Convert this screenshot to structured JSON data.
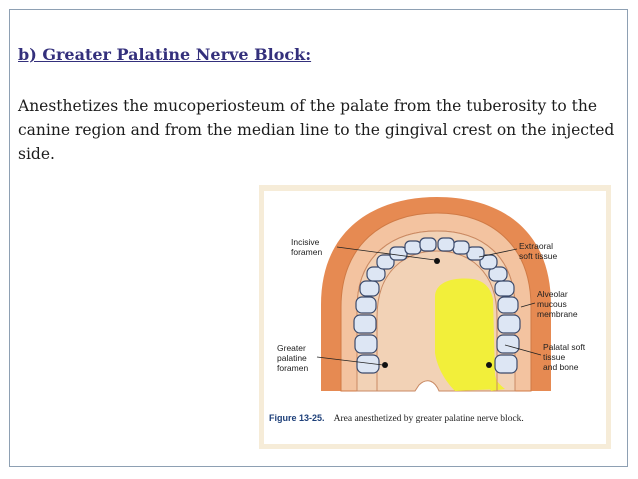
{
  "slide": {
    "title": "b) Greater Palatine Nerve Block:",
    "body": "Anesthetizes the mucoperiosteum of the palate from the tuberosity to the canine region and from the median line to the gingival crest on the injected side."
  },
  "figure": {
    "labels": {
      "incisive_foramen": [
        "Incisive",
        "foramen"
      ],
      "extraoral_soft_tissue": [
        "Extraoral",
        "soft tissue"
      ],
      "alveolar_mucous_membrane": [
        "Alveolar",
        "mucous",
        "membrane"
      ],
      "greater_palatine_foramen": [
        "Greater",
        "palatine",
        "foramen"
      ],
      "palatal_soft_tissue_and_bone": [
        "Palatal soft",
        "tissue",
        "and bone"
      ]
    },
    "caption_number": "Figure 13-25.",
    "caption_text": "Area anesthetized by greater palatine nerve block.",
    "colors": {
      "outer_tissue": "#e68a52",
      "mucosa": "#f3c3a0",
      "palate": "#f2d2b6",
      "anesthetized_area": "#f2ef3a",
      "teeth": "#dde6f4"
    }
  }
}
